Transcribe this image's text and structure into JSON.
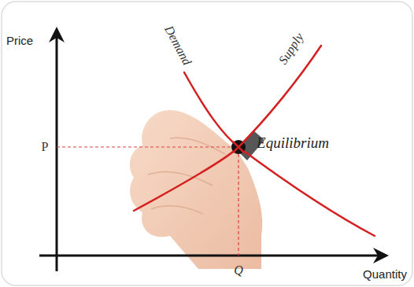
{
  "diagram": {
    "labels": [
      "Price",
      "Demand",
      "Supply",
      "P",
      "Equilibrium",
      "Q",
      "Quantity"
    ]
  }
}
